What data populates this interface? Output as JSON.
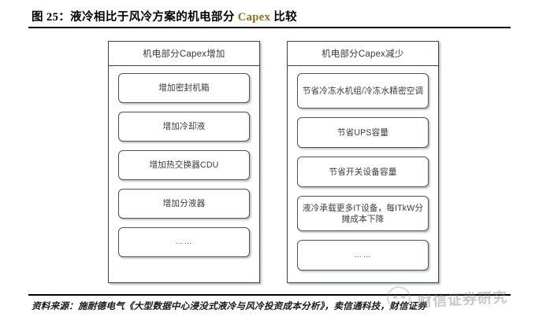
{
  "figure": {
    "title_prefix": "图 25：液冷相比于风冷方案的机电部分 ",
    "title_accent": "Capex",
    "title_suffix": " 比较",
    "source_note": "资料来源：施耐德电气《大型数据中心浸没式液冷与风冷投资成本分析》，卖信通科技，财信证券"
  },
  "colors": {
    "accent": "#9a6a16",
    "rule": "#000000",
    "box_border": "#3c4350",
    "node_border": "#4a515c",
    "text": "#3a3a3a",
    "watermark": "#787d87"
  },
  "diagram": {
    "type": "comparison-columns",
    "columns": [
      {
        "id": "capex-increase",
        "header": "机电部分Capex增加",
        "items": [
          {
            "label": "增加密封机箱",
            "lines": 1
          },
          {
            "label": "增加冷却液",
            "lines": 1
          },
          {
            "label": "增加热交换器CDU",
            "lines": 1
          },
          {
            "label": "增加分液器",
            "lines": 1
          },
          {
            "label": "……",
            "lines": 1,
            "is_ellipsis": true
          }
        ]
      },
      {
        "id": "capex-decrease",
        "header": "机电部分Capex减少",
        "items": [
          {
            "label": "节省冷冻水机组/冷冻水精密空调",
            "lines": 2
          },
          {
            "label": "节省UPS容量",
            "lines": 1
          },
          {
            "label": "节省开关设备容量",
            "lines": 1
          },
          {
            "label": "液冷承载更多IT设备，每ITkW分摊成本下降",
            "lines": 2
          },
          {
            "label": "……",
            "lines": 1,
            "is_ellipsis": true
          }
        ]
      }
    ]
  },
  "watermark": {
    "text": "财信证券研究",
    "logo": "circle-logo-icon"
  }
}
